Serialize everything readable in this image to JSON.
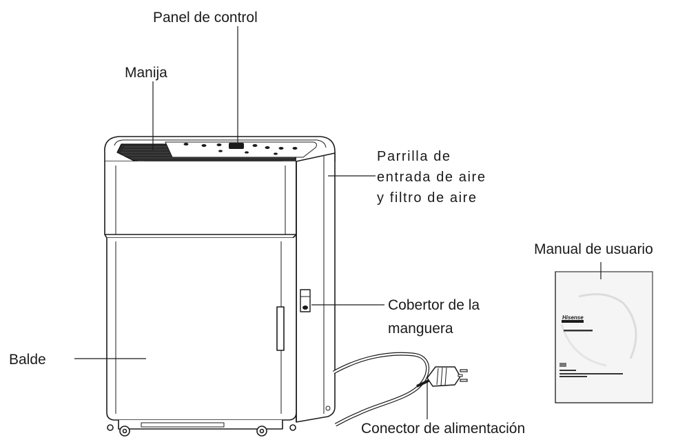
{
  "labels": {
    "control_panel": "Panel de control",
    "handle": "Manija",
    "air_intake_line1": "Parrilla de",
    "air_intake_line2": "entrada de aire",
    "air_intake_line3": "y filtro de aire",
    "user_manual": "Manual de usuario",
    "hose_cover_line1": "Cobertor de la",
    "hose_cover_line2": "manguera",
    "bucket": "Balde",
    "power_connector": "Conector de alimentación"
  },
  "manual_cover": {
    "brand": "Hisense"
  },
  "colors": {
    "line": "#1a1a1a",
    "body_fill": "#ffffff",
    "grille": "#2a2a2a",
    "manual_fill": "#f4f4f4"
  }
}
